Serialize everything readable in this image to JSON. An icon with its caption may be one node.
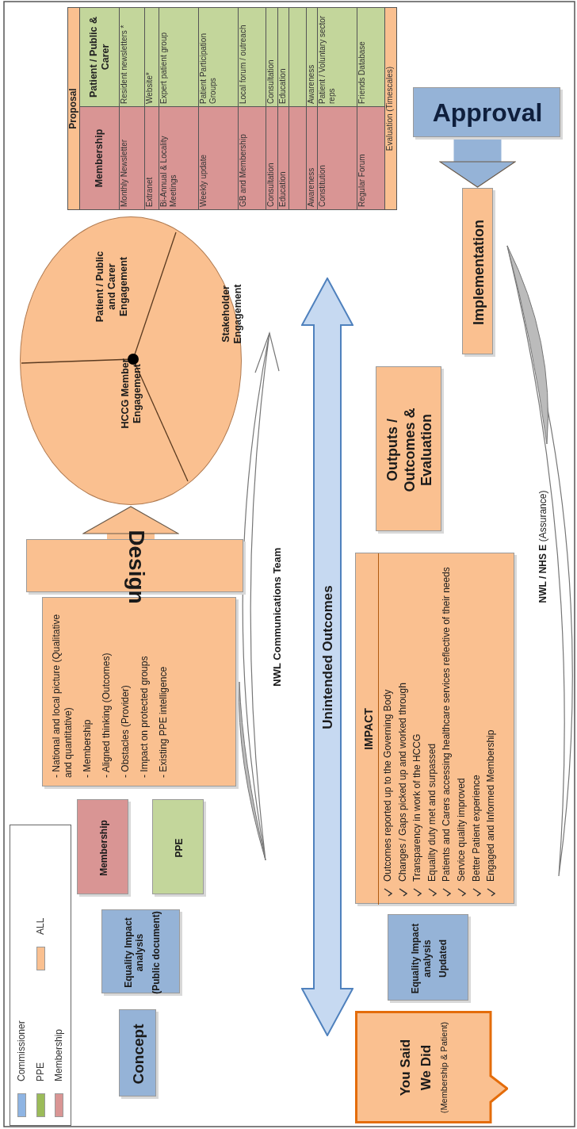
{
  "diagram": {
    "nodes": [
      {
        "text": [
          "Concept"
        ]
      },
      {
        "text": [
          "Equality Impact analysis",
          "(Public document)"
        ]
      },
      {
        "text": [
          "Membership"
        ]
      },
      {
        "text": [
          "PPE"
        ]
      },
      {
        "text": [
          "- National and local picture (Qualitative and quantitative)",
          "- Membership",
          "- Aligned thinking (Outcomes)",
          "- Obstacles (Provider)",
          "- Impact on protected groups",
          "- Existing PPE intelligence"
        ]
      },
      {
        "text": [
          "Design"
        ]
      },
      {
        "text": [
          "Patient / Public and Carer Engagement",
          "Stakeholder Engagement",
          "HCCG Member Engagement"
        ]
      },
      {
        "text": [
          "Approval"
        ]
      },
      {
        "text": [
          "Implementation"
        ]
      },
      {
        "text": [
          "Unintended Outcomes"
        ]
      },
      {
        "text": [
          "Outputs / Outcomes & Evaluation"
        ]
      },
      {
        "text": [
          "IMPACT",
          "Outcomes reported up to the Governing Body",
          "Changes / Gaps picked up and worked through",
          "Transparency in work of the HCCG",
          "Equality duty met and surpassed",
          "Patients and Carers accessing healthcare services reflective of their needs",
          "Service quality improved",
          "Better Patient experience",
          "Engaged and Informed Membership"
        ]
      },
      {
        "text": [
          "Equality Impact analysis",
          "Updated"
        ]
      },
      {
        "text": [
          "You Said",
          "We Did",
          "(Membership & Patient)"
        ]
      }
    ],
    "edges": [
      {
        "from": 5,
        "to": 6,
        "arrow": "to",
        "color": "#fac090"
      },
      {
        "from": 7,
        "to": 8,
        "arrow": "to",
        "color": "#95b3d7"
      }
    ],
    "labels": [
      "Proposal",
      "Membership",
      "Patient / Public & Carer",
      "Monthly Newsletter",
      "Resident newsletters *",
      "Extranet",
      "Website*",
      "Bi-Annual & Locality Meetings",
      "Expert patient group",
      "Weekly update",
      "Patient Participation Groups",
      "GB and Membership",
      "Local forum / outreach",
      "Consultation",
      "Consultation",
      "Education",
      "Education",
      "Awareness",
      "Awareness",
      "Constitution",
      "Patient / Voluntary sector reps",
      "Regular Forum",
      "Friends Database",
      "Evaluation (Timescales)",
      "NWL Communications Team",
      "**NWL / NHS E** (Assurance)"
    ],
    "legend": [
      {
        "text": "Commissioner",
        "color": "#8eb4e3"
      },
      {
        "text": "PPE",
        "color": "#9bbb59"
      },
      {
        "text": "Membership",
        "color": "#d99594"
      },
      {
        "text": "ALL",
        "color": "#fac090"
      }
    ]
  }
}
